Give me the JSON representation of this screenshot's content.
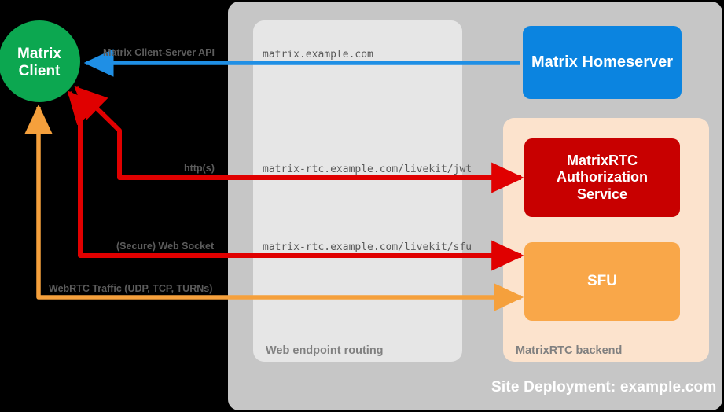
{
  "diagram": {
    "title": "Site Deployment: example.com",
    "colors": {
      "background": "#000000",
      "site_container": "#c6c6c6",
      "routing_container": "#e6e6e6",
      "backend_container": "#fce3cd",
      "client_green": "#0ca750",
      "homeserver_blue": "#0b84e0",
      "auth_red": "#c80000",
      "sfu_orange": "#f9a749",
      "arrow_blue": "#1f8fe5",
      "arrow_red": "#e00000",
      "arrow_orange": "#f5a03c",
      "caption_gray": "#808080",
      "label_gray": "#5c5c5c"
    }
  },
  "nodes": {
    "client": {
      "line1": "Matrix",
      "line2": "Client"
    },
    "homeserver": {
      "label": "Matrix Homeserver"
    },
    "auth_service": {
      "line1": "MatrixRTC",
      "line2": "Authorization",
      "line3": "Service"
    },
    "sfu": {
      "label": "SFU"
    }
  },
  "containers": {
    "site": {
      "caption": "Site Deployment: example.com"
    },
    "routing": {
      "caption": "Web endpoint routing"
    },
    "backend": {
      "caption": "MatrixRTC backend"
    }
  },
  "edges": [
    {
      "name": "matrix-client-server-api",
      "protocol_label": "Matrix Client-Server API",
      "endpoint_label": "matrix.example.com",
      "color": "#1f8fe5",
      "from": "homeserver",
      "to": "client"
    },
    {
      "name": "jwt-http",
      "protocol_label": "http(s)",
      "endpoint_label": "matrix-rtc.example.com/livekit/jwt",
      "color": "#e00000",
      "from": "client",
      "to": "auth_service"
    },
    {
      "name": "sfu-websocket",
      "protocol_label": "(Secure) Web Socket",
      "endpoint_label": "matrix-rtc.example.com/livekit/sfu",
      "color": "#e00000",
      "from": "client",
      "to": "sfu"
    },
    {
      "name": "webrtc-traffic",
      "protocol_label": "WebRTC Traffic (UDP, TCP, TURNs)",
      "endpoint_label": "",
      "color": "#f5a03c",
      "from": "client",
      "to": "sfu"
    }
  ]
}
